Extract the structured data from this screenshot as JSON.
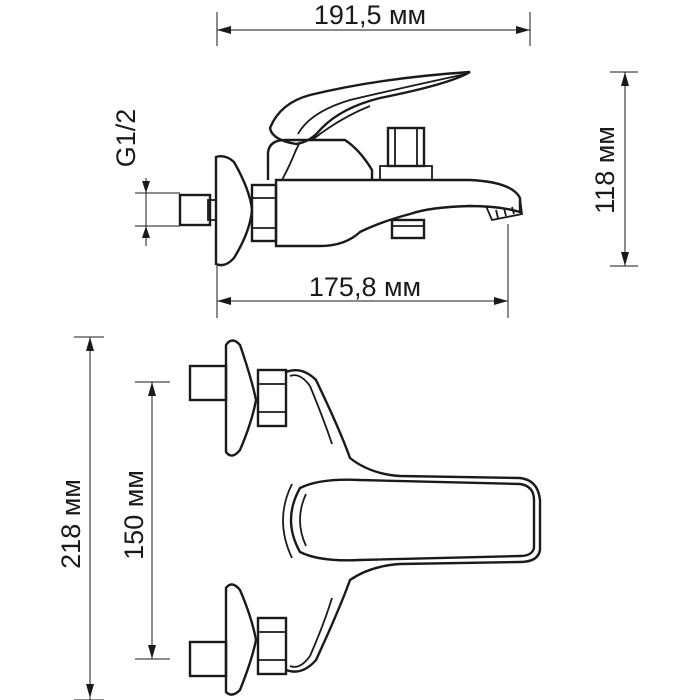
{
  "dimensions": {
    "top_length": "191,5 мм",
    "spout_length": "175,8 мм",
    "height": "118 мм",
    "total_width": "218 мм",
    "inlet_spacing": "150 мм",
    "thread": "G1/2"
  },
  "colors": {
    "line": "#1a1a1a",
    "background": "#ffffff"
  }
}
